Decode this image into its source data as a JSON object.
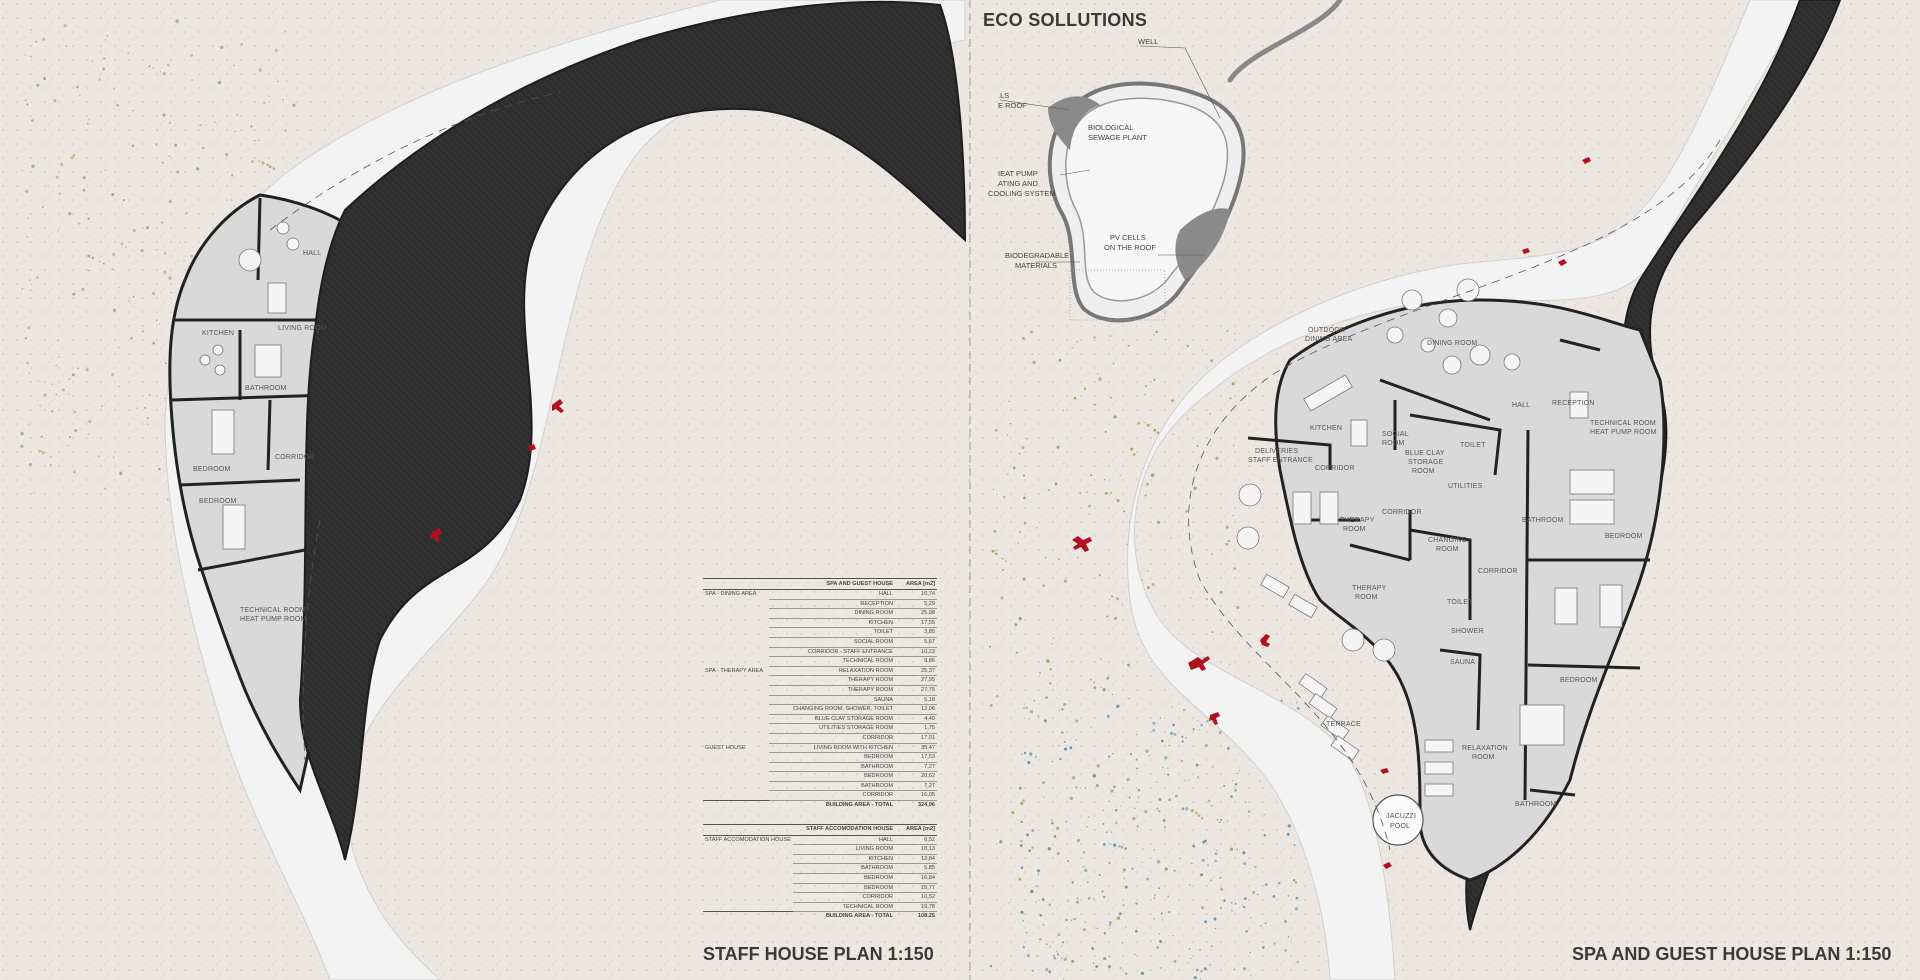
{
  "titles": {
    "eco": "ECO SOLLUTIONS",
    "staff_plan": "STAFF HOUSE PLAN 1:150",
    "spa_plan": "SPA AND GUEST HOUSE PLAN 1:150"
  },
  "eco_labels": {
    "well": "WELL",
    "roof_1": ".LS",
    "roof_2": "E ROOF",
    "sewage_1": "BIOLOGICAL",
    "sewage_2": "SEWAGE PLANT",
    "heat_1": "IEAT PUMP",
    "heat_2": "ATING AND",
    "heat_3": "COOLING SYSTEM",
    "pv_1": "PV CELLS",
    "pv_2": "ON THE ROOF",
    "bio_1": "BIODEGRADABLE",
    "bio_2": "MATERIALS"
  },
  "staff_rooms": {
    "hall": "HALL",
    "kitchen": "KITCHEN",
    "living": "LIVING ROOM",
    "bathroom": "BATHROOM",
    "corridor": "CORRIDOR",
    "bedroom1": "BEDROOM",
    "bedroom2": "BEDROOM",
    "tech_1": "TECHNICAL ROOM",
    "tech_2": "HEAT PUMP ROOM"
  },
  "spa_rooms": {
    "outdoor_1": "OUTDOOR",
    "outdoor_2": "DINING AREA",
    "dining": "DINING ROOM",
    "kitchen": "KITCHEN",
    "social_1": "SOCIAL",
    "social_2": "ROOM",
    "toilet1": "TOILET",
    "reception": "RECEPTION",
    "hall": "HALL",
    "tech_1": "TECHNICAL ROOM",
    "tech_2": "HEAT PUMP ROOM",
    "deliveries_1": "DELIVERIES",
    "deliveries_2": "STAFF ENTRANCE",
    "corridor1": "CORRIDOR",
    "blueclay_1": "BLUE CLAY",
    "blueclay_2": "STORAGE",
    "blueclay_3": "ROOM",
    "utilities": "UTILITIES",
    "bathroom1": "BATHROOM",
    "bedroom1": "BEDROOM",
    "corridor2": "CORRIDOR",
    "therapy1_1": "THERAPY",
    "therapy1_2": "ROOM",
    "changing_1": "CHANGING",
    "changing_2": "ROOM",
    "toilet2": "TOILET",
    "corridor3": "CORRIDOR",
    "therapy2_1": "THERAPY",
    "therapy2_2": "ROOM",
    "shower": "SHOWER",
    "sauna": "SAUNA",
    "bedroom2": "BEDROOM",
    "terrace": "TERRACE",
    "relax_1": "RELAXATION",
    "relax_2": "ROOM",
    "bathroom2": "BATHROOM",
    "jacuzzi_1": "JACUZZI",
    "jacuzzi_2": "POOL"
  },
  "schedule": {
    "spa": {
      "title": "SPA AND GUEST HOUSE",
      "area_header": "AREA [m2]",
      "groups": [
        {
          "name": "SPA - DINING AREA",
          "rows": [
            {
              "room": "HALL",
              "area": "16,74"
            },
            {
              "room": "RECEPTION",
              "area": "5,29"
            },
            {
              "room": "DINING ROOM",
              "area": "25,98"
            },
            {
              "room": "KITCHEN",
              "area": "17,55"
            },
            {
              "room": "TOILET",
              "area": "3,85"
            },
            {
              "room": "SOCIAL ROOM",
              "area": "5,67"
            },
            {
              "room": "CORRIDOR - STAFF ENTRANCE",
              "area": "10,23"
            },
            {
              "room": "TECHNICAL ROOM",
              "area": "9,86"
            }
          ]
        },
        {
          "name": "SPA - THERAPY AREA",
          "rows": [
            {
              "room": "RELAXATION ROOM",
              "area": "25,37"
            },
            {
              "room": "THERAPY ROOM",
              "area": "27,95"
            },
            {
              "room": "THERAPY ROOM",
              "area": "27,75"
            },
            {
              "room": "SAUNA",
              "area": "5,18"
            },
            {
              "room": "CHANGING ROOM, SHOWER, TOILET",
              "area": "12,06"
            },
            {
              "room": "BLUE CLAY STORAGE ROOM",
              "area": "4,49"
            },
            {
              "room": "UTILITIES STORAGE ROOM",
              "area": "1,75"
            },
            {
              "room": "CORRIDOR",
              "area": "17,01"
            }
          ]
        },
        {
          "name": "GUEST HOUSE",
          "rows": [
            {
              "room": "LIVING ROOM WITH KITCHEN",
              "area": "35,47"
            },
            {
              "room": "BEDROOM",
              "area": "17,53"
            },
            {
              "room": "BATHROOM",
              "area": "7,27"
            },
            {
              "room": "BEDROOM",
              "area": "20,62"
            },
            {
              "room": "BATHROOM",
              "area": "7,27"
            },
            {
              "room": "CORRIDOR",
              "area": "16,05"
            }
          ]
        }
      ],
      "total_label": "BUILDING AREA - TOTAL",
      "total_area": "324,96"
    },
    "staff": {
      "title": "STAFF ACCOMODATION HOUSE",
      "area_header": "AREA [m2]",
      "group": "STAFF ACCOMODATION HOUSE",
      "rows": [
        {
          "room": "HALL",
          "area": "6,52"
        },
        {
          "room": "LIVING ROOM",
          "area": "18,13"
        },
        {
          "room": "KITCHEN",
          "area": "12,84"
        },
        {
          "room": "BATHROOM",
          "area": "5,85"
        },
        {
          "room": "BEDROOM",
          "area": "16,84"
        },
        {
          "room": "BEDROOM",
          "area": "15,77"
        },
        {
          "room": "CORRIDOR",
          "area": "10,52"
        },
        {
          "room": "TECHNICAL ROOM",
          "area": "19,78"
        }
      ],
      "total_label": "BUILDING AREA - TOTAL",
      "total_area": "108,25"
    }
  },
  "colors": {
    "ground": "#ece7e0",
    "roof_dark": "#2e2e2e",
    "path": "#f3f3f3",
    "floor": "#d9d9d9",
    "wall": "#222222",
    "figure_red": "#b01020",
    "divider": "#9a9a9a"
  }
}
